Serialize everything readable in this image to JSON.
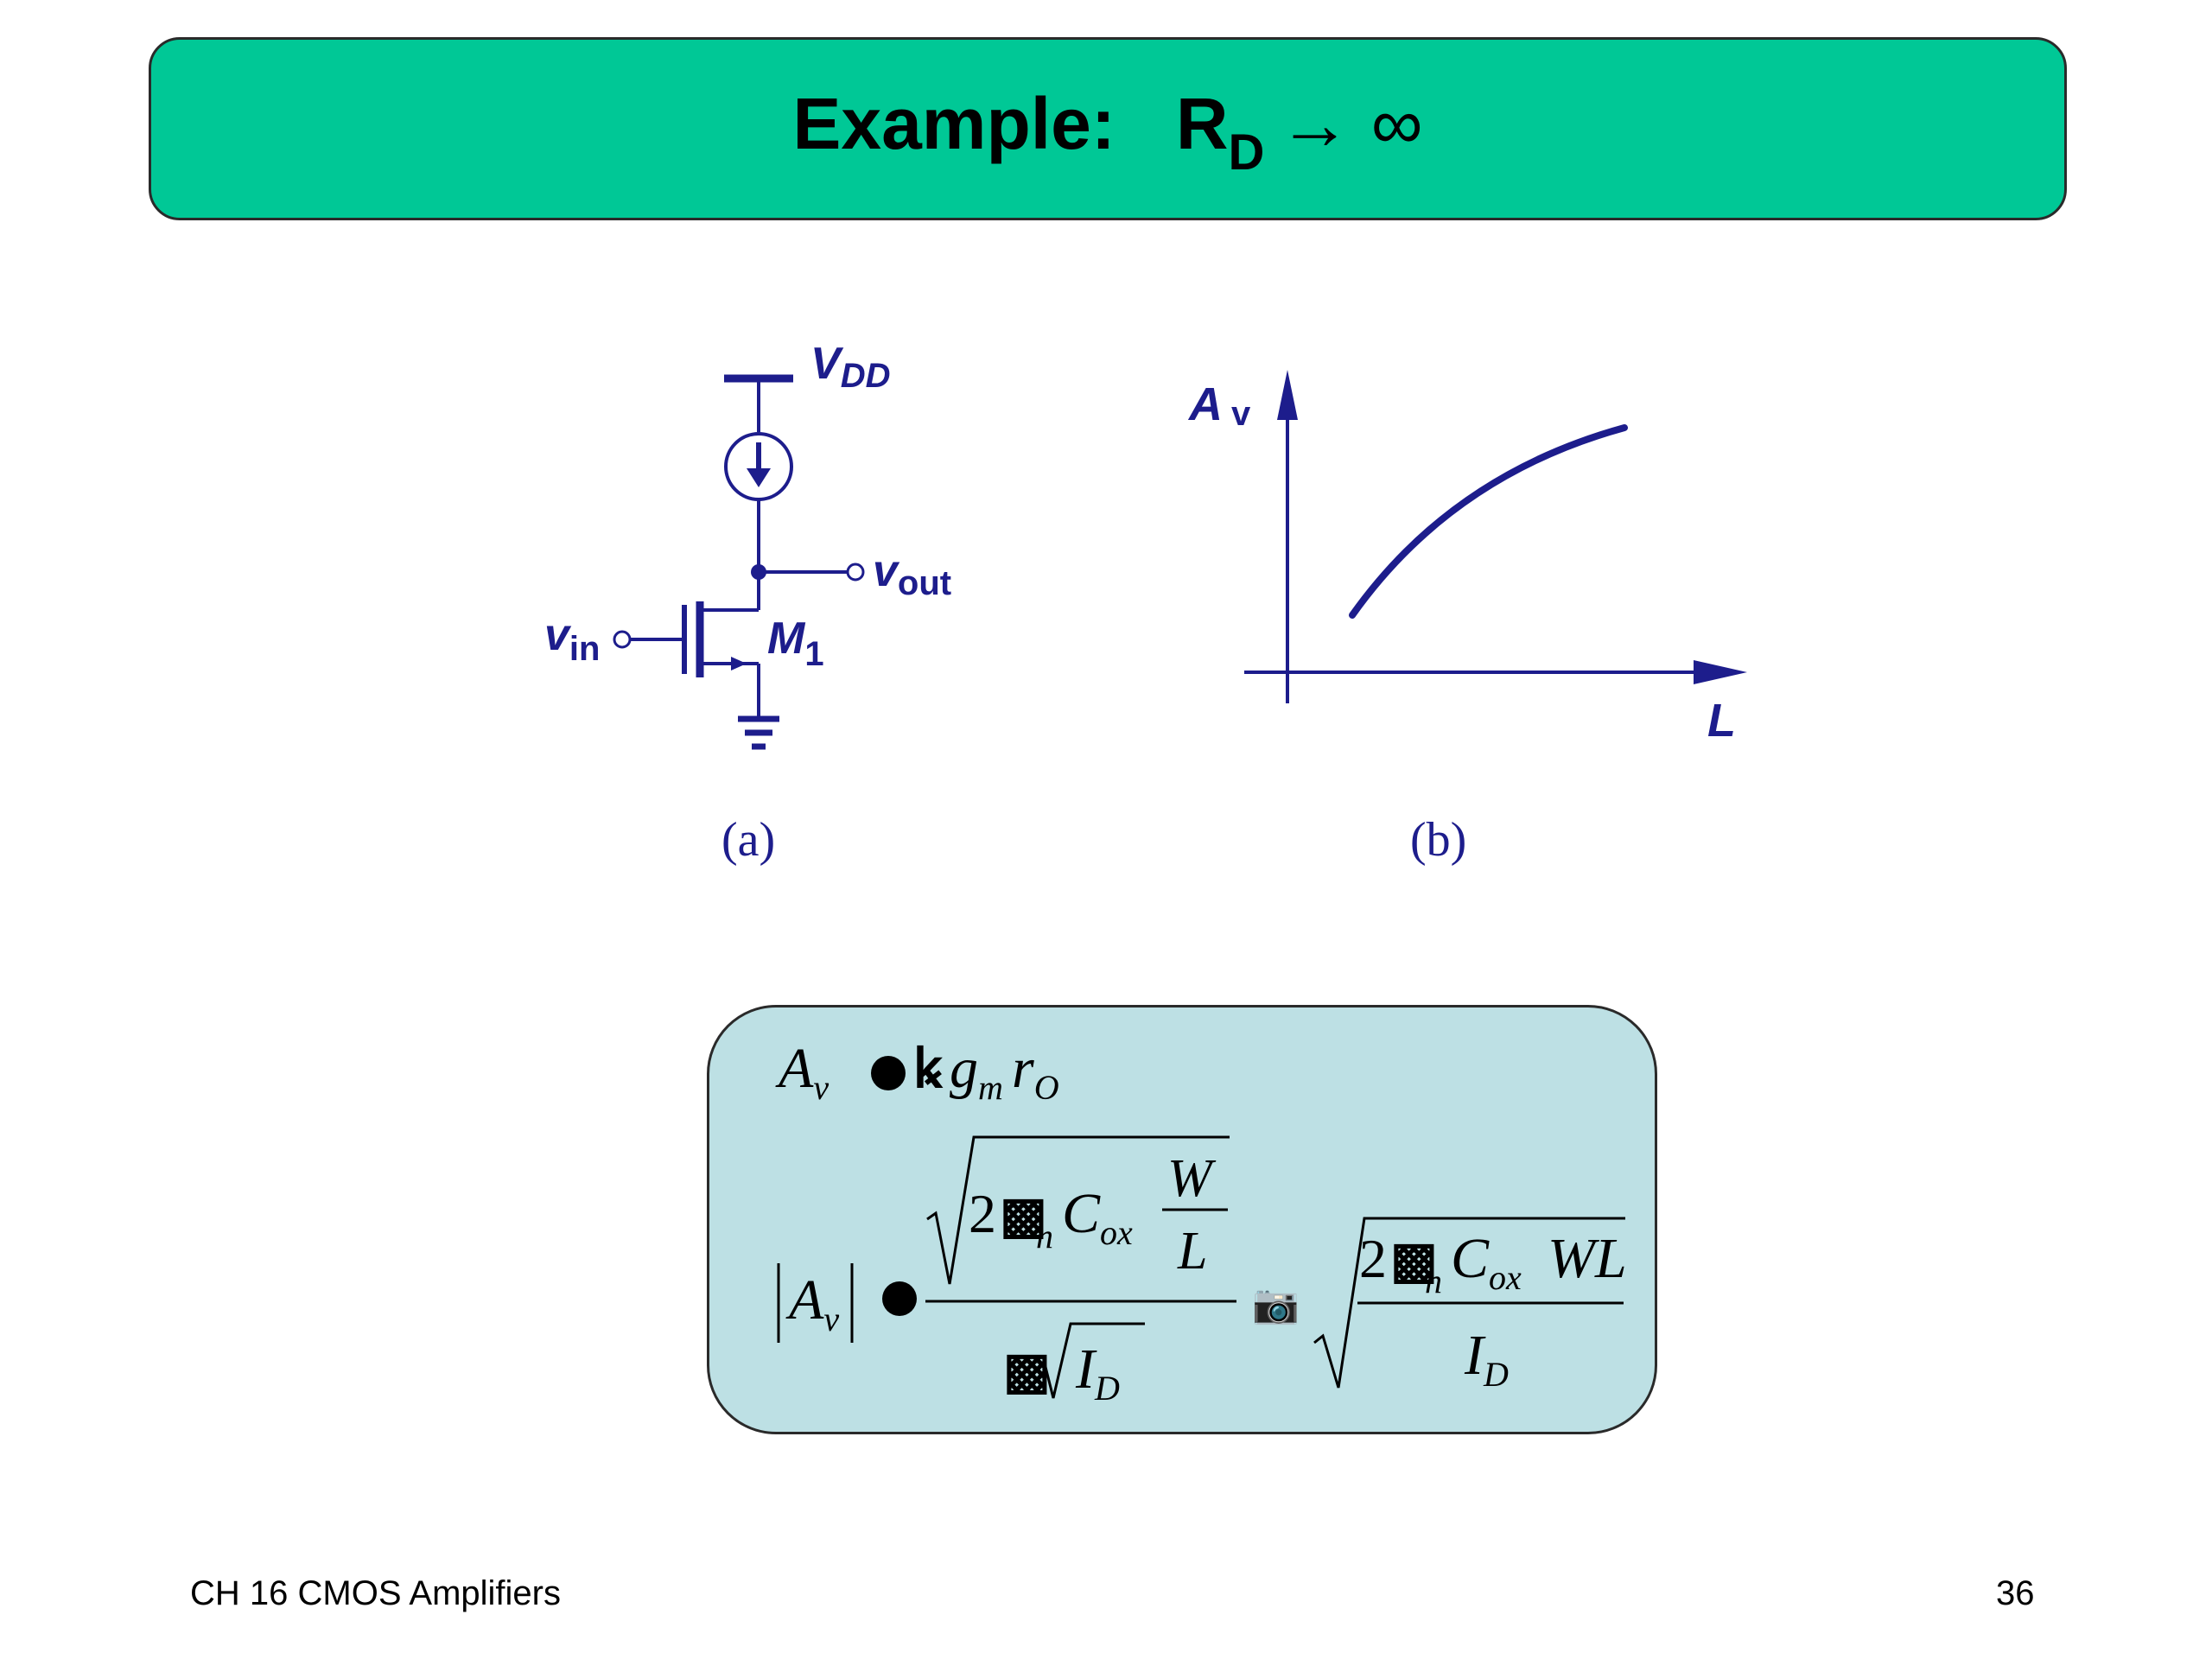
{
  "slide": {
    "title_prefix": "Example:",
    "title_symbol": "R",
    "title_subscript": "D",
    "title_suffix": "→ ∞",
    "footer_left": "CH 16 CMOS Amplifiers",
    "page_number": "36"
  },
  "circuit": {
    "supply_label": "V",
    "supply_sub": "DD",
    "input_label": "v",
    "input_sub": "in",
    "output_label": "v",
    "output_sub": "out",
    "transistor_label": "M",
    "transistor_sub": "1",
    "caption": "(a)"
  },
  "graph": {
    "y_label": "A",
    "y_sub": "v",
    "x_label": "L",
    "caption": "(b)",
    "curve_shape": "increasing-concave"
  },
  "formula": {
    "line1_lhs": "A",
    "line1_lhs_sub": "v",
    "line1_op": "●",
    "line1_glyph": "ꝃ",
    "line1_g": "g",
    "line1_g_sub": "m",
    "line1_r": "r",
    "line1_r_sub": "O",
    "line2_lhs": "A",
    "line2_lhs_sub": "v",
    "line2_op": "●",
    "num_coeff": "2",
    "unknown_glyph": "▩",
    "mu_sub": "n",
    "c_label": "C",
    "c_sub": "ox",
    "w_label": "W",
    "l_label": "L",
    "i_label": "I",
    "i_sub": "D",
    "between_glyph": "📷",
    "rhs_wl": "WL"
  },
  "colors": {
    "title_bg": "#00c896",
    "diagram_blue": "#1d1d8c",
    "formula_bg": "#bde0e4"
  }
}
